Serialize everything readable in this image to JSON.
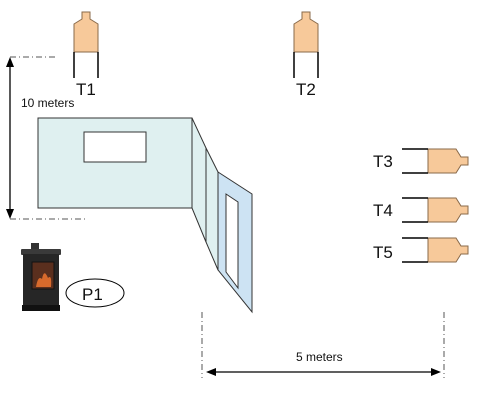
{
  "labels": {
    "height_dimension": "10 meters",
    "width_dimension": "5 meters",
    "heater": "P1"
  },
  "targets": [
    {
      "id": "T1",
      "orientation": "vertical"
    },
    {
      "id": "T2",
      "orientation": "vertical"
    },
    {
      "id": "T3",
      "orientation": "horizontal"
    },
    {
      "id": "T4",
      "orientation": "horizontal"
    },
    {
      "id": "T5",
      "orientation": "horizontal"
    }
  ],
  "colors": {
    "target_fill": "#f7c99a",
    "target_stroke": "#8a6a4a",
    "wall_fill": "#dff0f0",
    "door_fill": "#cde3f3",
    "stove_body": "#2a2a2a",
    "stove_fire": "#c0542a"
  }
}
